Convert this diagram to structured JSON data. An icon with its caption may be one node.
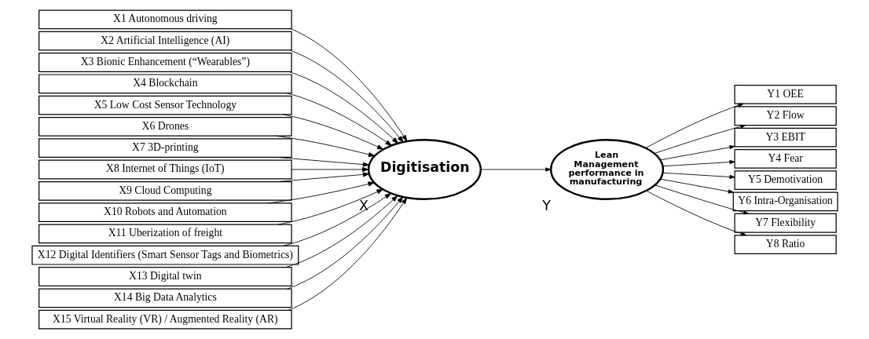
{
  "diagram": {
    "nodes": [
      {
        "text": [
          "X1 Autonomous driving"
        ]
      },
      {
        "text": [
          "X2 Artificial Intelligence (AI)"
        ]
      },
      {
        "text": [
          "X3 Bionic Enhancement (“Wearables”)"
        ]
      },
      {
        "text": [
          "X4 Blockchain"
        ]
      },
      {
        "text": [
          "X5 Low Cost Sensor Technology"
        ]
      },
      {
        "text": [
          "X6 Drones"
        ]
      },
      {
        "text": [
          "X7 3D-printing"
        ]
      },
      {
        "text": [
          "X8 Internet of Things (IoT)"
        ]
      },
      {
        "text": [
          "X9 Cloud Computing"
        ]
      },
      {
        "text": [
          "X10 Robots and Automation"
        ]
      },
      {
        "text": [
          "X11 Uberization of freight"
        ]
      },
      {
        "text": [
          "X12 Digital Identifiers (Smart Sensor Tags and Biometrics)"
        ]
      },
      {
        "text": [
          "X13 Digital twin"
        ]
      },
      {
        "text": [
          "X14 Big Data Analytics"
        ]
      },
      {
        "text": [
          "X15 Virtual Reality (VR) / Augmented Reality (AR)"
        ]
      },
      {
        "text": [
          "Digitisation"
        ],
        "beside": [
          "X"
        ]
      },
      {
        "text": [
          "Lean Management performance in manufacturing"
        ],
        "beside": [
          "Y"
        ]
      },
      {
        "text": [
          "Y1 OEE"
        ]
      },
      {
        "text": [
          "Y2 Flow"
        ]
      },
      {
        "text": [
          "Y3 EBIT"
        ]
      },
      {
        "text": [
          "Y4 Fear"
        ]
      },
      {
        "text": [
          "Y5 Demotivation"
        ]
      },
      {
        "text": [
          "Y6 Intra-Organisation"
        ]
      },
      {
        "text": [
          "Y7 Flexibility"
        ]
      },
      {
        "text": [
          "Y8 Ratio"
        ]
      }
    ],
    "edges": [
      {
        "from": 0,
        "to": 15,
        "arrow": "to"
      },
      {
        "from": 1,
        "to": 15,
        "arrow": "to"
      },
      {
        "from": 2,
        "to": 15,
        "arrow": "to"
      },
      {
        "from": 3,
        "to": 15,
        "arrow": "to"
      },
      {
        "from": 4,
        "to": 15,
        "arrow": "to"
      },
      {
        "from": 5,
        "to": 15,
        "arrow": "to"
      },
      {
        "from": 6,
        "to": 15,
        "arrow": "to"
      },
      {
        "from": 7,
        "to": 15,
        "arrow": "to"
      },
      {
        "from": 8,
        "to": 15,
        "arrow": "to"
      },
      {
        "from": 9,
        "to": 15,
        "arrow": "to"
      },
      {
        "from": 10,
        "to": 15,
        "arrow": "to"
      },
      {
        "from": 11,
        "to": 15,
        "arrow": "to"
      },
      {
        "from": 12,
        "to": 15,
        "arrow": "to"
      },
      {
        "from": 13,
        "to": 15,
        "arrow": "to"
      },
      {
        "from": 14,
        "to": 15,
        "arrow": "to"
      },
      {
        "from": 15,
        "to": 16,
        "arrow": "to"
      },
      {
        "from": 16,
        "to": 17,
        "arrow": "to"
      },
      {
        "from": 16,
        "to": 18,
        "arrow": "to"
      },
      {
        "from": 16,
        "to": 19,
        "arrow": "to"
      },
      {
        "from": 16,
        "to": 20,
        "arrow": "to"
      },
      {
        "from": 16,
        "to": 21,
        "arrow": "to"
      },
      {
        "from": 16,
        "to": 22,
        "arrow": "to"
      },
      {
        "from": 16,
        "to": 23,
        "arrow": "to"
      },
      {
        "from": 16,
        "to": 24,
        "arrow": "to"
      }
    ]
  }
}
